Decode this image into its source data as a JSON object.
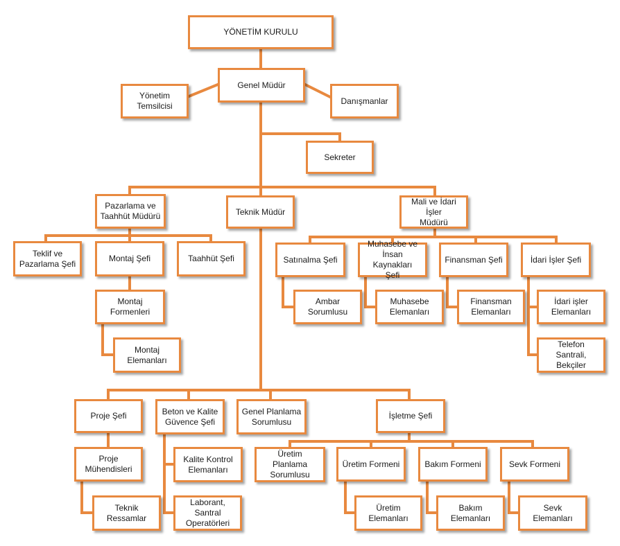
{
  "nodes": {
    "board": "YÖNETİM KURULU",
    "gm": "Genel Müdür",
    "mgmt_rep": "Yönetim\nTemsilcisi",
    "advisors": "Danışmanlar",
    "secretary": "Sekreter",
    "sales_mgr": "Pazarlama ve\nTaahhüt Müdürü",
    "tech_mgr": "Teknik Müdür",
    "fin_admin_mgr": "Mali ve İdari İşler\nMüdürü",
    "offer_chief": "Teklif ve\nPazarlama Şefi",
    "assembly_chief": "Montaj Şefi",
    "commit_chief": "Taahhüt Şefi",
    "assembly_foremen": "Montaj\nFormenleri",
    "assembly_staff": "Montaj\nElemanları",
    "purchasing_chief": "Satınalma Şefi",
    "acct_hr_chief": "Muhasebe ve\nİnsan Kaynakları\nŞefi",
    "finance_chief": "Finansman Şefi",
    "admin_chief": "İdari İşler Şefi",
    "warehouse": "Ambar\nSorumlusu",
    "acct_staff": "Muhasebe\nElemanları",
    "finance_staff": "Finansman\nElemanları",
    "admin_staff": "İdari işler\nElemanları",
    "phone_guards": "Telefon Santrali,\nBekçiler",
    "project_chief": "Proje Şefi",
    "concrete_chief": "Beton ve Kalite\nGüvence Şefi",
    "planning": "Genel Planlama\nSorumlusu",
    "ops_chief": "İşletme Şefi",
    "project_eng": "Proje\nMühendisleri",
    "tech_draft": "Teknik Ressamlar",
    "qc_staff": "Kalite Kontrol\nElemanları",
    "lab_ops": "Laborant, Santral\nOperatörleri",
    "prod_planning": "Üretim Planlama\nSorumlusu",
    "prod_foreman": "Üretim Formeni",
    "maint_foreman": "Bakım Formeni",
    "ship_foreman": "Sevk Formeni",
    "prod_staff": "Üretim\nElemanları",
    "maint_staff": "Bakım Elemanları",
    "ship_staff": "Sevk Elemanları"
  },
  "colors": {
    "box_border": "#e8893f",
    "connector": "#e8893f",
    "text": "#1a1a1a"
  }
}
